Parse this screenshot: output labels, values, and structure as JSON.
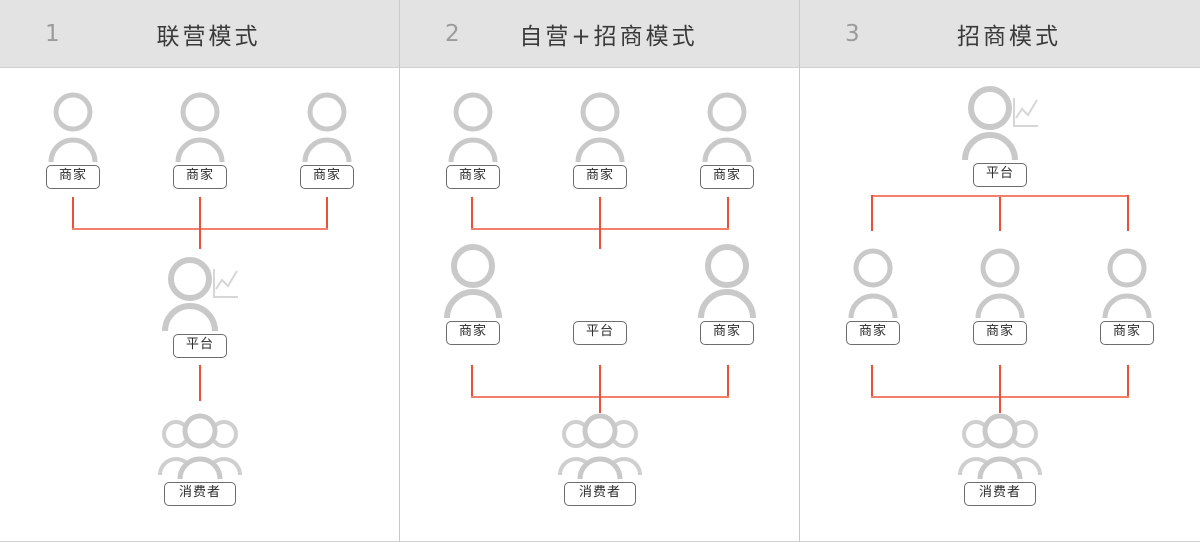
{
  "diagram": {
    "kind": "org-flow-comparison",
    "accent_color": "#e8503c",
    "accent_soft_color": "#f2806d",
    "figure_color": "#c9c9c9",
    "header_bg": "#e3e3e3"
  },
  "columns": [
    {
      "index": "1",
      "title": "联营模式",
      "rows": [
        {
          "name": "merchants-row",
          "nodes": [
            {
              "label": "商家",
              "icon": "person-icon",
              "has_figure": true
            },
            {
              "label": "商家",
              "icon": "person-icon",
              "has_figure": true
            },
            {
              "label": "商家",
              "icon": "person-icon",
              "has_figure": true
            }
          ]
        },
        {
          "name": "platform-row",
          "nodes": [
            {
              "label": "平台",
              "icon": "person-with-chart-icon",
              "has_figure": true
            }
          ]
        },
        {
          "name": "consumers-row",
          "nodes": [
            {
              "label": "消费者",
              "icon": "people-group-icon",
              "has_figure": true
            }
          ]
        }
      ]
    },
    {
      "index": "2",
      "title": "自营+招商模式",
      "rows": [
        {
          "name": "merchants-row",
          "nodes": [
            {
              "label": "商家",
              "icon": "person-icon",
              "has_figure": true
            },
            {
              "label": "商家",
              "icon": "person-icon",
              "has_figure": true
            },
            {
              "label": "商家",
              "icon": "person-icon",
              "has_figure": true
            }
          ]
        },
        {
          "name": "platform-row",
          "nodes": [
            {
              "label": "商家",
              "icon": "person-icon",
              "has_figure": true
            },
            {
              "label": "平台",
              "icon": "none",
              "has_figure": false
            },
            {
              "label": "商家",
              "icon": "person-icon",
              "has_figure": true
            }
          ]
        },
        {
          "name": "consumers-row",
          "nodes": [
            {
              "label": "消费者",
              "icon": "people-group-icon",
              "has_figure": true
            }
          ]
        }
      ]
    },
    {
      "index": "3",
      "title": "招商模式",
      "rows": [
        {
          "name": "platform-row",
          "nodes": [
            {
              "label": "平台",
              "icon": "person-with-chart-icon",
              "has_figure": true
            }
          ]
        },
        {
          "name": "merchants-row",
          "nodes": [
            {
              "label": "商家",
              "icon": "person-icon",
              "has_figure": true
            },
            {
              "label": "商家",
              "icon": "person-icon",
              "has_figure": true
            },
            {
              "label": "商家",
              "icon": "person-icon",
              "has_figure": true
            }
          ]
        },
        {
          "name": "consumers-row",
          "nodes": [
            {
              "label": "消费者",
              "icon": "people-group-icon",
              "has_figure": true
            }
          ]
        }
      ]
    }
  ]
}
